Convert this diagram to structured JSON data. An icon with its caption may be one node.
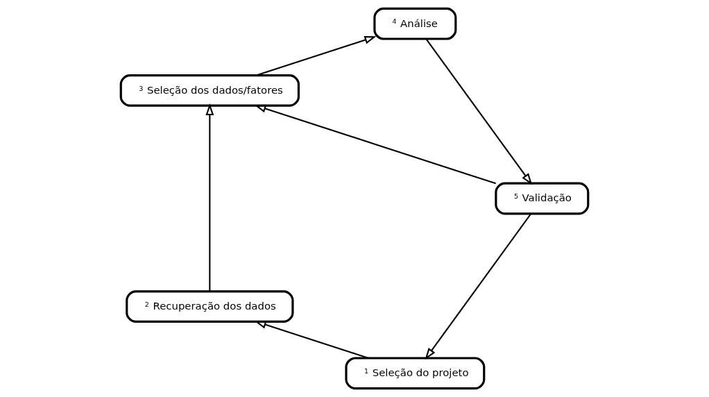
{
  "diagram": {
    "nodes": [
      {
        "text": [
          "1",
          "Seleção do projeto"
        ]
      },
      {
        "text": [
          "2",
          "Recuperação dos dados"
        ]
      },
      {
        "text": [
          "3",
          "Seleção dos dados/fatores"
        ]
      },
      {
        "text": [
          "4",
          "Análise"
        ]
      },
      {
        "text": [
          "5",
          "Validação"
        ]
      }
    ],
    "edges": [
      {
        "from": 0,
        "to": 1,
        "arrow": "to"
      },
      {
        "from": 1,
        "to": 2,
        "arrow": "to"
      },
      {
        "from": 2,
        "to": 3,
        "arrow": "to"
      },
      {
        "from": 3,
        "to": 4,
        "arrow": "to"
      },
      {
        "from": 4,
        "to": 0,
        "arrow": "to"
      },
      {
        "from": 4,
        "to": 2,
        "arrow": "to"
      }
    ]
  }
}
